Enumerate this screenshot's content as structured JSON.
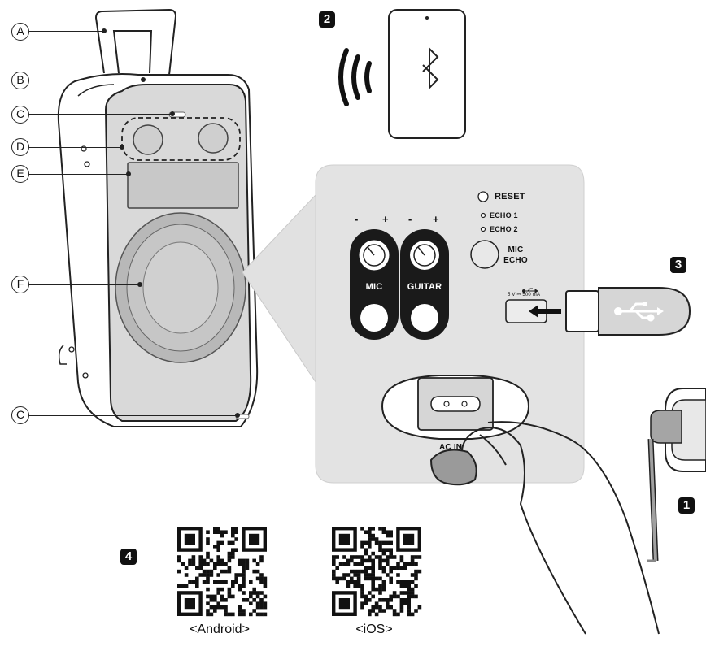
{
  "callouts": {
    "a": "A",
    "b": "B",
    "c_top": "C",
    "d": "D",
    "e": "E",
    "f": "F",
    "c_bottom": "C"
  },
  "steps": {
    "one": "1",
    "two": "2",
    "three": "3",
    "four": "4"
  },
  "panel": {
    "reset": "RESET",
    "echo1": "ECHO 1",
    "echo2": "ECHO 2",
    "mic_echo_line1": "MIC",
    "mic_echo_line2": "ECHO",
    "mic_minus": "-",
    "mic_plus": "+",
    "guitar_minus": "-",
    "guitar_plus": "+",
    "mic": "MIC",
    "guitar": "GUITAR",
    "usb_rating": "5 V ⎓ 500 mA",
    "ac_in": "AC IN"
  },
  "qr": {
    "android": "<Android>",
    "ios": "<iOS>"
  },
  "icons": [
    "bluetooth-icon",
    "usb-icon",
    "wireless-signal-icon"
  ]
}
